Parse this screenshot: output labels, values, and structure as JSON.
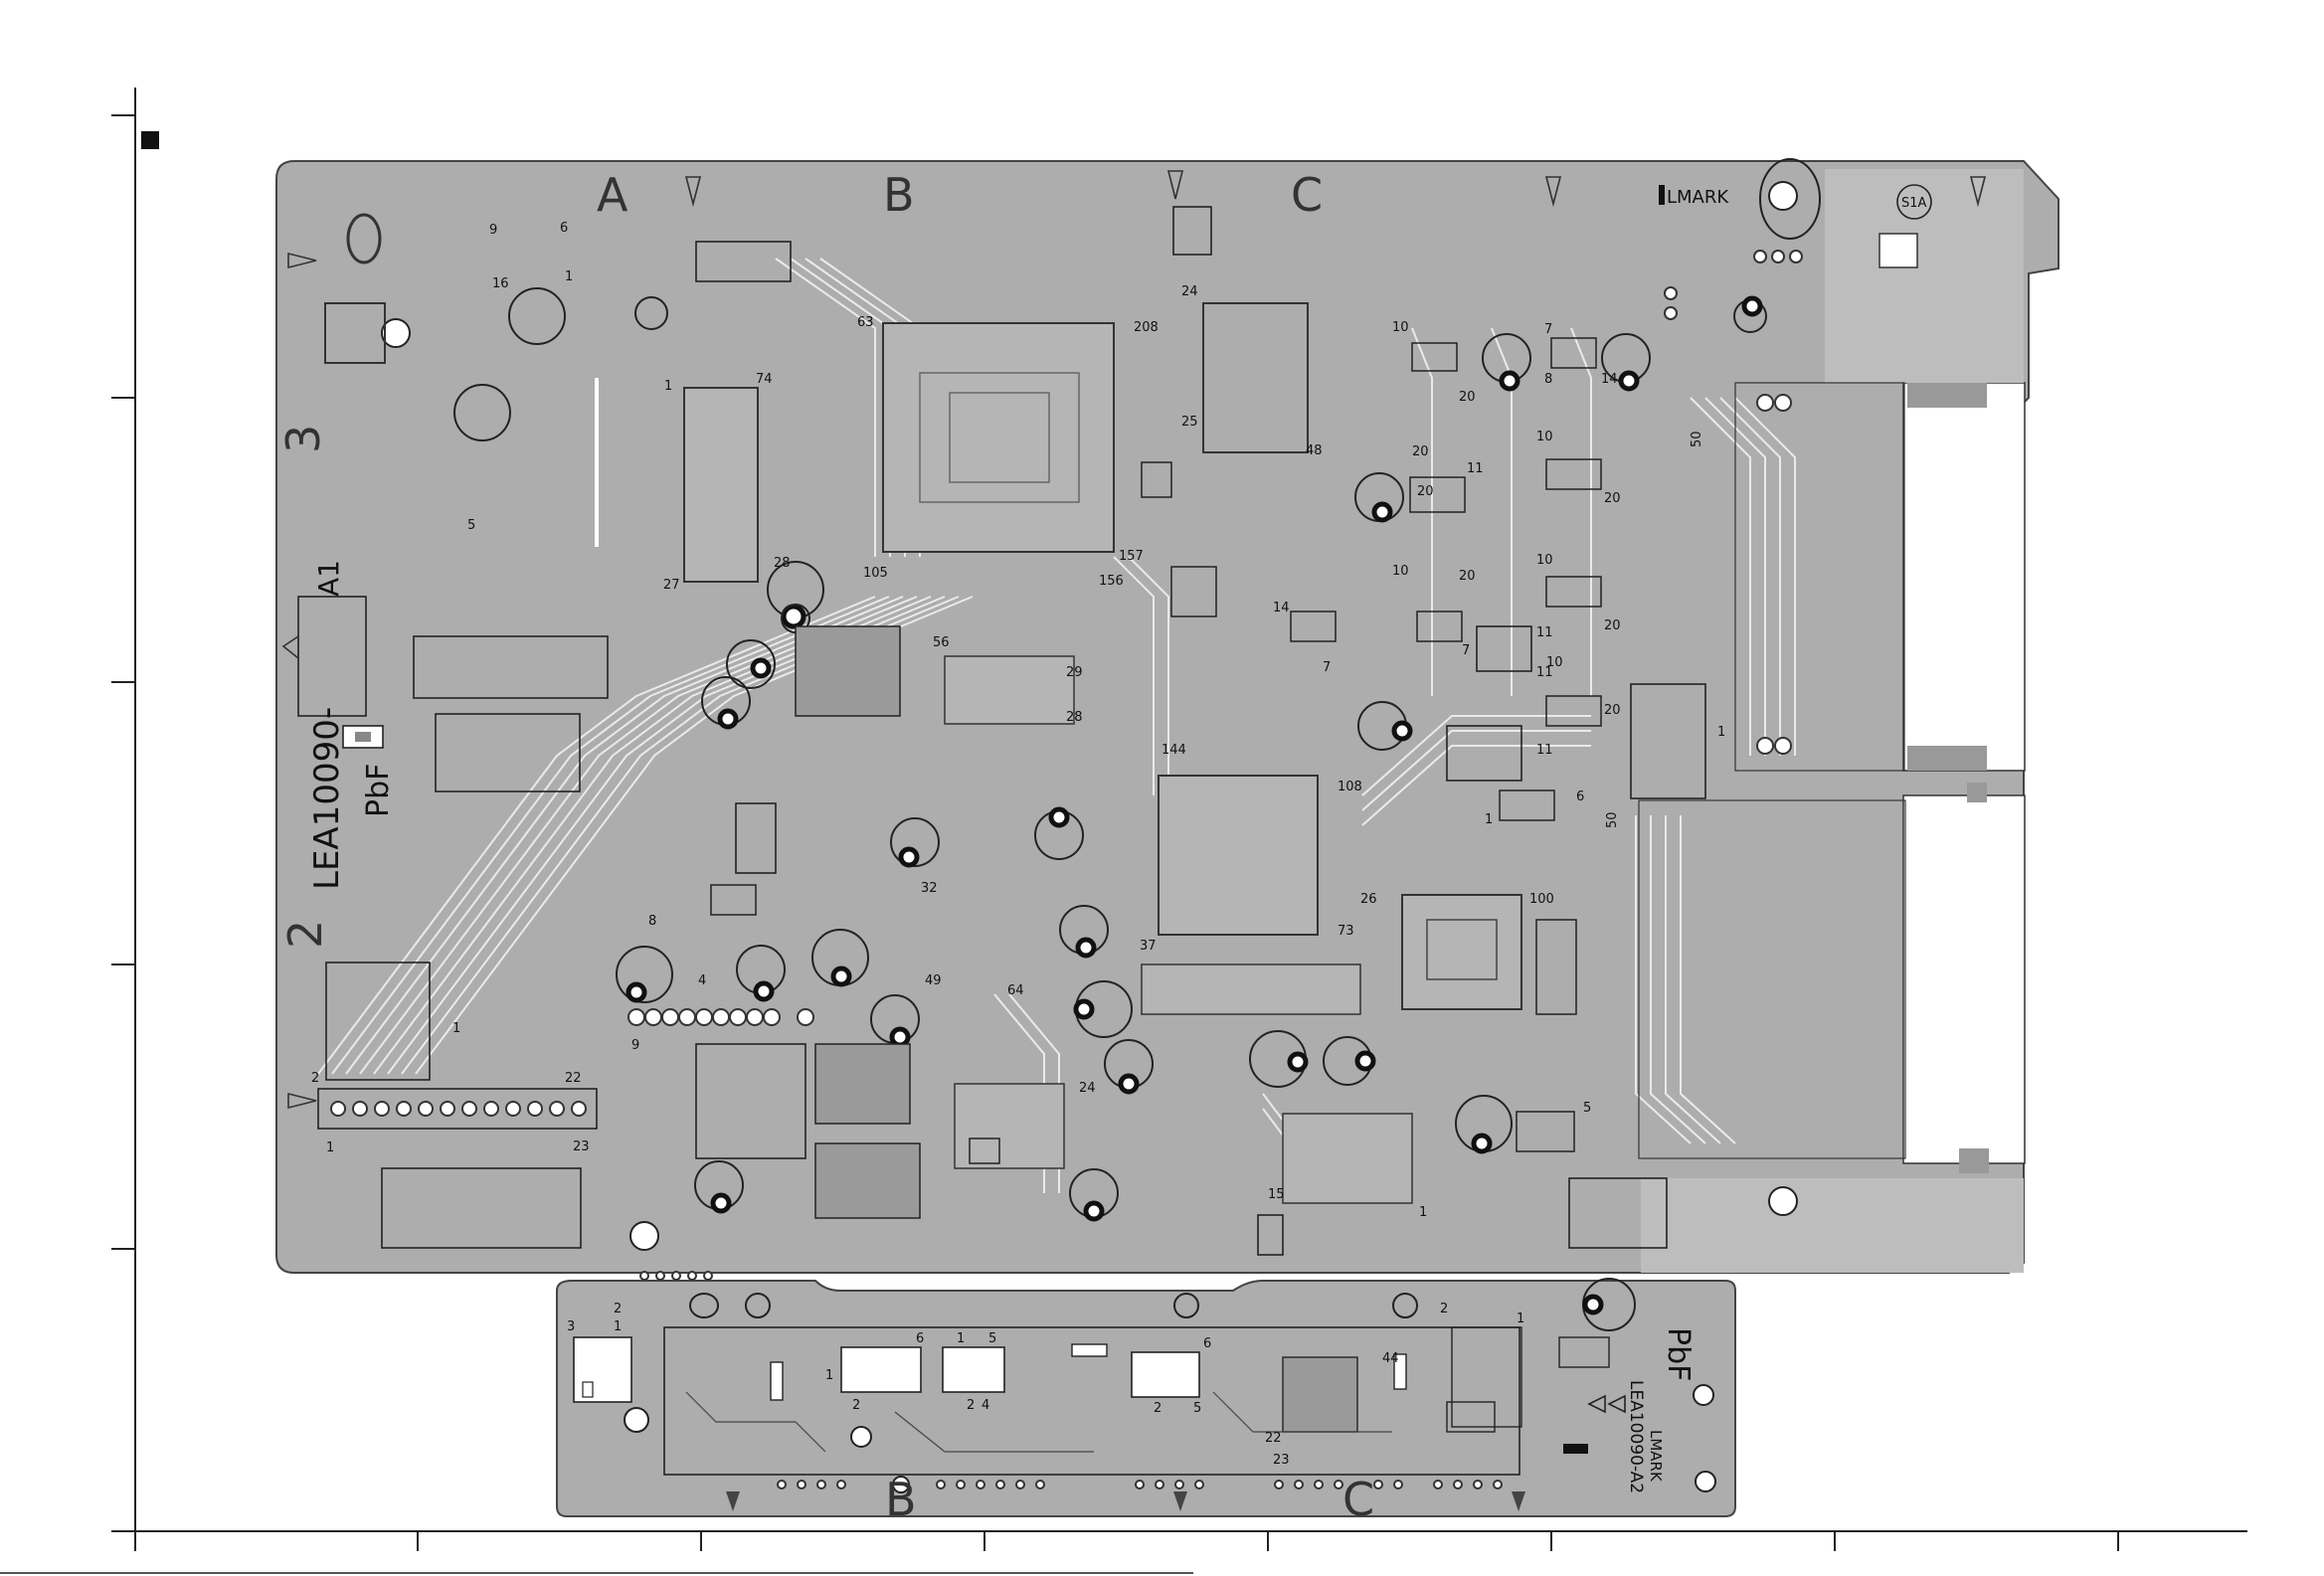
{
  "sheet": {
    "board_code_main": "LEA10090-",
    "board_code_main_sub": "A1",
    "board_code_small": "LEA10090-A2",
    "pbf_label": "PbF",
    "lmark": "LMARK",
    "s1a": "S1A"
  },
  "grid_columns": [
    "A",
    "B",
    "C"
  ],
  "grid_rows": [
    "3",
    "2"
  ],
  "small_board_columns": [
    "B",
    "C"
  ],
  "pin_labels": {
    "p9": "9",
    "p6": "6",
    "p16": "16",
    "p1a": "1",
    "p5": "5",
    "p74": "74",
    "p63": "63",
    "p208": "208",
    "p24": "24",
    "p25": "25",
    "p48": "48",
    "p1b": "1",
    "p27": "27",
    "p28": "28",
    "p105": "105",
    "p156": "156",
    "p157": "157",
    "p56": "56",
    "p29": "29",
    "p28b": "28",
    "p144": "144",
    "p108": "108",
    "p32": "32",
    "p37": "37",
    "p49": "49",
    "p64": "64",
    "p26": "26",
    "p73": "73",
    "p100": "100",
    "p24b": "24",
    "p15": "15",
    "p1c": "1",
    "p8": "8",
    "p4": "4",
    "p1d": "1",
    "p9b": "9",
    "p2": "2",
    "p22": "22",
    "p23": "23",
    "p1e": "1",
    "p10a": "10",
    "p20a": "20",
    "p7a": "7",
    "p8b": "8",
    "p14": "14",
    "p20b": "20",
    "p11": "11",
    "p10b": "10",
    "p20c": "20",
    "p20d": "20",
    "p10c": "10",
    "p11b": "11",
    "p20e": "20",
    "p14b": "14",
    "p7b": "7",
    "p7c": "7",
    "p11c": "11",
    "p10d": "10",
    "p20f": "20",
    "p10e": "10",
    "p11d": "11",
    "p20g": "20",
    "p50a": "50",
    "p6b": "6",
    "p50b": "50",
    "p1f": "1",
    "p5b": "5",
    "p1g": "1",
    "s3": "3",
    "s2a": "2",
    "s1a": "1",
    "s5": "5",
    "s6": "6",
    "s1b": "1",
    "s2b": "2",
    "s2c": "2",
    "s4": "4",
    "s6b": "6",
    "s1c": "1",
    "s2d": "2",
    "s5b": "5",
    "s44": "44",
    "s22": "22",
    "s23": "23",
    "s2e": "2",
    "s1d": "1"
  }
}
